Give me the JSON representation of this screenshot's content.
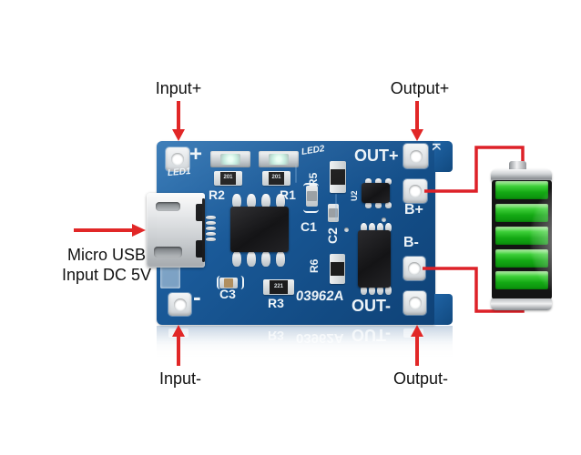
{
  "annotations": {
    "input_plus": "Input+",
    "output_plus": "Output+",
    "input_minus": "Input-",
    "output_minus": "Output-",
    "usb_line1": "Micro USB",
    "usb_line2": "Input DC 5V"
  },
  "board": {
    "silkscreen": {
      "plus_mark": "+",
      "minus_mark": "-",
      "led1": "LED1",
      "led2": "LED2",
      "r1": "R1",
      "r2": "R2",
      "r3": "R3",
      "r5": "R5",
      "r6": "R6",
      "c1": "C1",
      "c2": "C2",
      "c3": "C3",
      "u2": "U2",
      "out_plus": "OUT+",
      "b_plus": "B+",
      "b_minus": "B-",
      "out_minus": "OUT-",
      "k_mark": "K",
      "model_number": "03962A"
    },
    "component_codes": {
      "r1": "201",
      "r2": "201",
      "r3": "221"
    }
  },
  "colors": {
    "pcb_blue": "#1a5a99",
    "annotation_red": "#e12727",
    "wire_red": "#dd2128",
    "battery_green": "#1eb21e"
  }
}
